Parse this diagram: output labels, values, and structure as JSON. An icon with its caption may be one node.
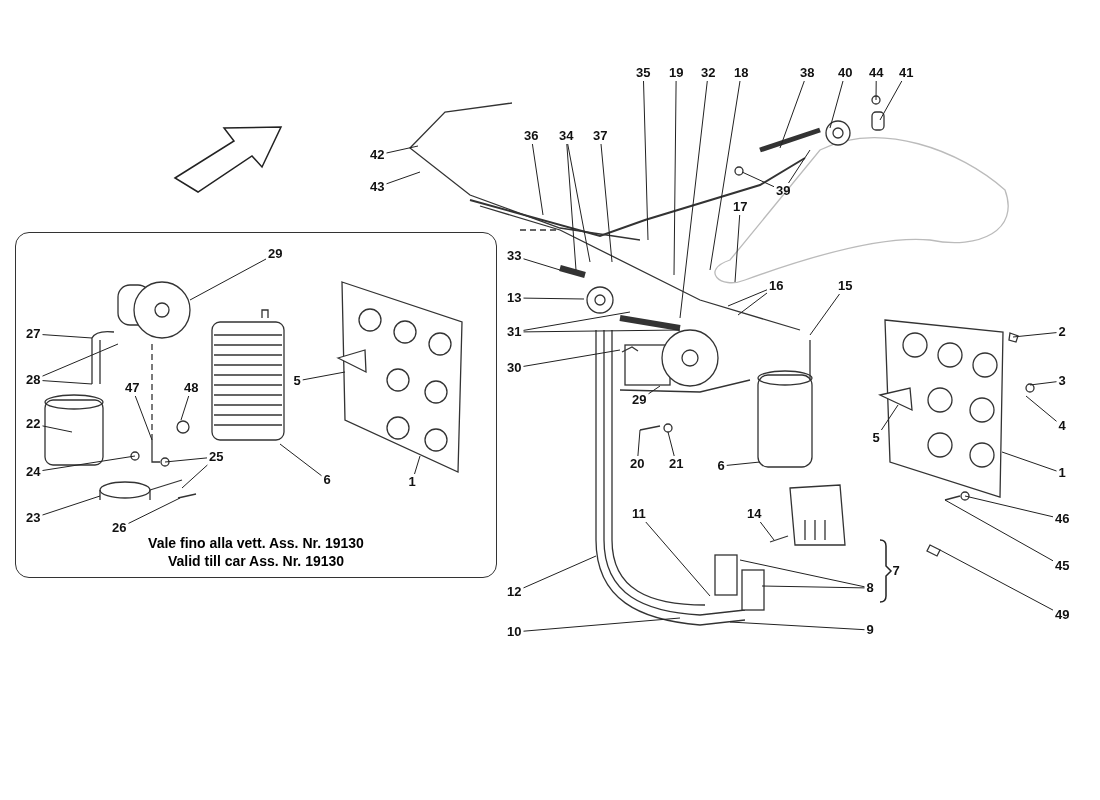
{
  "diagram": {
    "nodes": [
      {
        "text": [
          "Vale fino alla vett. Ass. Nr. 19130",
          "Valid till car Ass. Nr. 19130"
        ]
      },
      {
        "text": [
          "29"
        ],
        "in": 0
      },
      {
        "text": [
          "27"
        ],
        "in": 0
      },
      {
        "text": [
          "28"
        ],
        "in": 0
      },
      {
        "text": [
          "22"
        ],
        "in": 0
      },
      {
        "text": [
          "47"
        ],
        "in": 0
      },
      {
        "text": [
          "48"
        ],
        "in": 0
      },
      {
        "text": [
          "5"
        ],
        "in": 0
      },
      {
        "text": [
          "24"
        ],
        "in": 0
      },
      {
        "text": [
          "25"
        ],
        "in": 0
      },
      {
        "text": [
          "23"
        ],
        "in": 0
      },
      {
        "text": [
          "6"
        ],
        "in": 0
      },
      {
        "text": [
          "1"
        ],
        "in": 0
      },
      {
        "text": [
          "26"
        ],
        "in": 0
      },
      {
        "text": [
          "42"
        ]
      },
      {
        "text": [
          "43"
        ]
      },
      {
        "text": [
          "35"
        ]
      },
      {
        "text": [
          "19"
        ]
      },
      {
        "text": [
          "32"
        ]
      },
      {
        "text": [
          "18"
        ]
      },
      {
        "text": [
          "38"
        ]
      },
      {
        "text": [
          "40"
        ]
      },
      {
        "text": [
          "44"
        ]
      },
      {
        "text": [
          "41"
        ]
      },
      {
        "text": [
          "36"
        ]
      },
      {
        "text": [
          "34"
        ]
      },
      {
        "text": [
          "37"
        ]
      },
      {
        "text": [
          "39"
        ]
      },
      {
        "text": [
          "17"
        ]
      },
      {
        "text": [
          "33"
        ]
      },
      {
        "text": [
          "16"
        ]
      },
      {
        "text": [
          "15"
        ]
      },
      {
        "text": [
          "13"
        ]
      },
      {
        "text": [
          "31"
        ]
      },
      {
        "text": [
          "2"
        ]
      },
      {
        "text": [
          "30"
        ]
      },
      {
        "text": [
          "3"
        ]
      },
      {
        "text": [
          "29"
        ]
      },
      {
        "text": [
          "5"
        ]
      },
      {
        "text": [
          "4"
        ]
      },
      {
        "text": [
          "20"
        ]
      },
      {
        "text": [
          "21"
        ]
      },
      {
        "text": [
          "6"
        ]
      },
      {
        "text": [
          "1"
        ]
      },
      {
        "text": [
          "14"
        ]
      },
      {
        "text": [
          "46"
        ]
      },
      {
        "text": [
          "8"
        ]
      },
      {
        "text": [
          "12"
        ]
      },
      {
        "text": [
          "11"
        ]
      },
      {
        "text": [
          "45"
        ]
      },
      {
        "text": [
          "49"
        ]
      },
      {
        "text": [
          "10"
        ]
      },
      {
        "text": [
          "9"
        ]
      }
    ],
    "edges": [
      {
        "from": 1,
        "to": null,
        "arrow": "none"
      },
      {
        "from": 2,
        "to": null,
        "arrow": "none"
      },
      {
        "from": 3,
        "to": null,
        "arrow": "none"
      },
      {
        "from": 3,
        "to": null,
        "arrow": "none"
      },
      {
        "from": 4,
        "to": null,
        "arrow": "none"
      },
      {
        "from": 5,
        "to": null,
        "arrow": "none"
      },
      {
        "from": 6,
        "to": null,
        "arrow": "none"
      },
      {
        "from": 7,
        "to": null,
        "arrow": "none"
      },
      {
        "from": 8,
        "to": null,
        "arrow": "none"
      },
      {
        "from": 9,
        "to": null,
        "arrow": "none"
      },
      {
        "from": 9,
        "to": null,
        "arrow": "none"
      },
      {
        "from": 10,
        "to": null,
        "arrow": "none"
      },
      {
        "from": 11,
        "to": null,
        "arrow": "none"
      },
      {
        "from": 12,
        "to": null,
        "arrow": "none"
      },
      {
        "from": 13,
        "to": null,
        "arrow": "none"
      },
      {
        "from": 14,
        "to": null,
        "arrow": "none"
      },
      {
        "from": 15,
        "to": null,
        "arrow": "none"
      },
      {
        "from": 16,
        "to": null,
        "arrow": "none"
      },
      {
        "from": 17,
        "to": null,
        "arrow": "none"
      },
      {
        "from": 18,
        "to": null,
        "arrow": "none"
      },
      {
        "from": 19,
        "to": null,
        "arrow": "none"
      },
      {
        "from": 20,
        "to": null,
        "arrow": "none"
      },
      {
        "from": 21,
        "to": null,
        "arrow": "none"
      },
      {
        "from": 22,
        "to": null,
        "arrow": "none"
      },
      {
        "from": 23,
        "to": null,
        "arrow": "none"
      },
      {
        "from": 24,
        "to": null,
        "arrow": "none"
      },
      {
        "from": 25,
        "to": null,
        "arrow": "none"
      },
      {
        "from": 25,
        "to": null,
        "arrow": "none"
      },
      {
        "from": 26,
        "to": null,
        "arrow": "none"
      },
      {
        "from": 27,
        "to": null,
        "arrow": "none"
      },
      {
        "from": 27,
        "to": null,
        "arrow": "none"
      },
      {
        "from": 28,
        "to": null,
        "arrow": "none"
      },
      {
        "from": 29,
        "to": null,
        "arrow": "none"
      },
      {
        "from": 30,
        "to": null,
        "arrow": "none"
      },
      {
        "from": 30,
        "to": null,
        "arrow": "none"
      },
      {
        "from": 31,
        "to": null,
        "arrow": "none"
      },
      {
        "from": 32,
        "to": null,
        "arrow": "none"
      },
      {
        "from": 33,
        "to": null,
        "arrow": "none"
      },
      {
        "from": 33,
        "to": null,
        "arrow": "none"
      },
      {
        "from": 34,
        "to": null,
        "arrow": "none"
      },
      {
        "from": 35,
        "to": null,
        "arrow": "none"
      },
      {
        "from": 36,
        "to": null,
        "arrow": "none"
      },
      {
        "from": 37,
        "to": null,
        "arrow": "none"
      },
      {
        "from": 38,
        "to": null,
        "arrow": "none"
      },
      {
        "from": 39,
        "to": null,
        "arrow": "none"
      },
      {
        "from": 40,
        "to": null,
        "arrow": "none"
      },
      {
        "from": 41,
        "to": null,
        "arrow": "none"
      },
      {
        "from": 42,
        "to": null,
        "arrow": "none"
      },
      {
        "from": 43,
        "to": null,
        "arrow": "none"
      },
      {
        "from": 44,
        "to": null,
        "arrow": "none"
      },
      {
        "from": 45,
        "to": null,
        "arrow": "none"
      },
      {
        "from": 46,
        "to": null,
        "arrow": "none"
      },
      {
        "from": 46,
        "to": null,
        "arrow": "none"
      },
      {
        "from": 47,
        "to": null,
        "arrow": "none"
      },
      {
        "from": 48,
        "to": null,
        "arrow": "none"
      },
      {
        "from": 49,
        "to": null,
        "arrow": "none"
      },
      {
        "from": 50,
        "to": null,
        "arrow": "none"
      },
      {
        "from": 51,
        "to": null,
        "arrow": "none"
      },
      {
        "from": 52,
        "to": null,
        "arrow": "none"
      }
    ],
    "labels": [
      "7"
    ]
  }
}
